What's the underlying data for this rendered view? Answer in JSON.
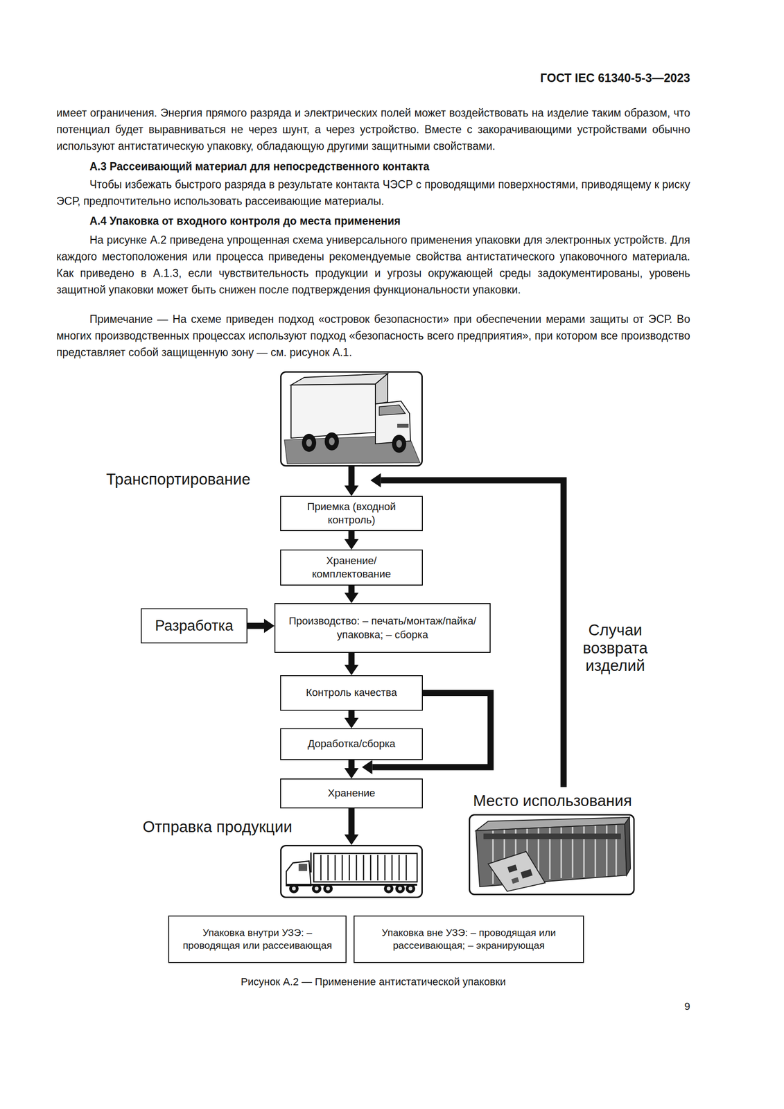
{
  "diagram": {
    "caption": "Рисунок А.2 — Применение антистатической упаковки",
    "nodes": [
      {
        "text": [
          "Транспортирование"
        ]
      },
      {
        "text": [
          "Приемка (входной контроль)"
        ]
      },
      {
        "text": [
          "Хранение/ комплектование"
        ]
      },
      {
        "text": [
          "Разработка"
        ]
      },
      {
        "text": [
          "Производство: – печать/монтаж/пайка/упаковка; – сборка"
        ]
      },
      {
        "text": [
          "Контроль качества"
        ]
      },
      {
        "text": [
          "Доработка/сборка"
        ]
      },
      {
        "text": [
          "Хранение"
        ]
      },
      {
        "text": [
          "Отправка продукции"
        ]
      },
      {
        "text": [
          "Место использования"
        ]
      },
      {
        "text": [
          "Упаковка внутри УЗЭ: – проводящая или рассеивающая"
        ]
      },
      {
        "text": [
          "Упаковка вне УЗЭ: – проводящая или рассеивающая; – экранирующая"
        ]
      }
    ],
    "edges": [
      {
        "from": 0,
        "to": 1,
        "arrow": "to"
      },
      {
        "from": 1,
        "to": 2,
        "arrow": "to"
      },
      {
        "from": 2,
        "to": 4,
        "arrow": "to"
      },
      {
        "from": 3,
        "to": 4,
        "arrow": "to"
      },
      {
        "from": 4,
        "to": 5,
        "arrow": "to"
      },
      {
        "from": 5,
        "to": 6,
        "arrow": "to"
      },
      {
        "from": 6,
        "to": 7,
        "arrow": "to"
      },
      {
        "from": 5,
        "to": 7,
        "arrow": "to"
      },
      {
        "from": 7,
        "to": 8,
        "arrow": "to"
      },
      {
        "from": 9,
        "to": 1,
        "label": "Случаи возврата изделий",
        "arrow": "to"
      }
    ],
    "labels": [
      "ГОСТ IEC 61340-5-3—2023",
      "имеет ограничения. Энергия прямого разряда и электрических полей может воздействовать на изделие таким образом, что потенциал будет выравниваться не через шунт, а через устройство. Вместе с закорачивающими устройствами обычно используют антистатическую упаковку, обладающую другими защитными свойствами.",
      "А.3 Рассеивающий материал для непосредственного контакта",
      "Чтобы избежать быстрого разряда в результате контакта ЧЭСР с проводящими поверхностями, приводящему к риску ЭСР, предпочтительно использовать рассеивающие материалы.",
      "А.4 Упаковка от входного контроля до места применения",
      "На рисунке А.2 приведена упрощенная схема универсального применения упаковки для электронных устройств. Для каждого местоположения или процесса приведены рекомендуемые свойства антистатического упаковочного материала. Как приведено в А.1.3, если чувствительность продукции и угрозы окружающей среды задокументированы, уровень защитной упаковки может быть снижен после подтверждения функциональности упаковки.",
      "Примечание — На схеме приведен подход «островок безопасности» при обеспечении мерами защиты от ЭСР. Во многих производственных процессах используют подход «безопасность всего предприятия», при котором все производство представляет собой защищенную зону — см. рисунок А.1.",
      "9"
    ]
  }
}
